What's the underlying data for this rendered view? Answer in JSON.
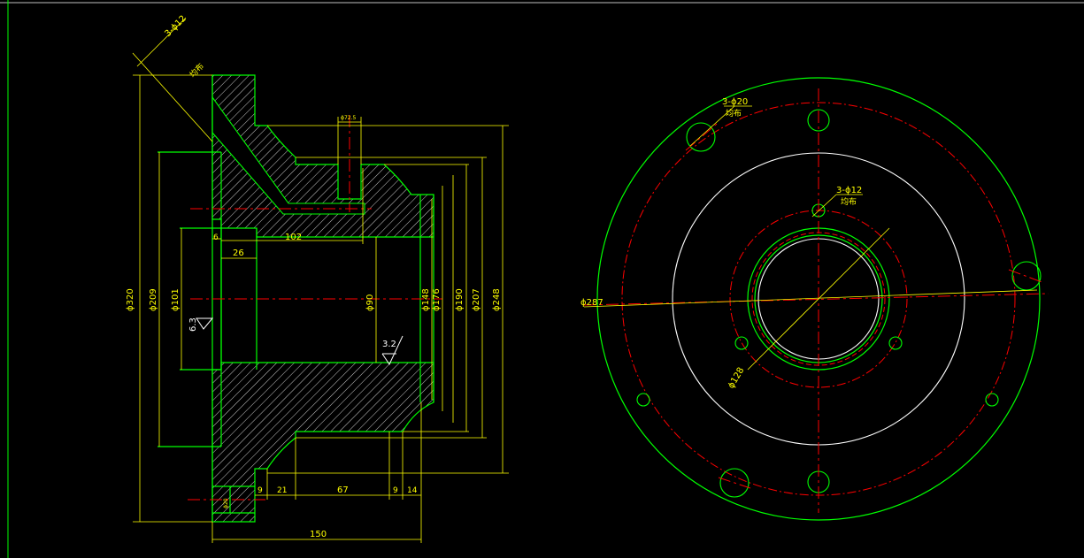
{
  "colors": {
    "background": "#000000",
    "outline": "#00ff00",
    "dimension": "#ffff00",
    "centerline": "#ff0000",
    "hatch": "#ffffff",
    "circle_white": "#ffffff"
  },
  "section_view": {
    "note_holes": "3-ϕ12",
    "note_holes_sub": "均布",
    "dims": {
      "d320": "ϕ320",
      "d209": "ϕ209",
      "d101": "ϕ101",
      "d90": "ϕ90",
      "d148": "ϕ148",
      "d176": "ϕ176",
      "d190": "ϕ190",
      "d207": "ϕ207",
      "d248": "ϕ248",
      "d725": "ϕ72.5",
      "d20": "ϕ20",
      "len102": "102",
      "len6": "6",
      "len26": "26",
      "len9a": "9",
      "len21": "21",
      "len67": "67",
      "len9b": "9",
      "len14": "14",
      "len150": "150"
    },
    "roughness": [
      "6.3",
      "3.2"
    ]
  },
  "front_view": {
    "note_top": "3-ϕ20",
    "note_top_sub": "均布",
    "note_mid": "3-ϕ12",
    "note_mid_sub": "均布",
    "d287": "ϕ287",
    "d128": "ϕ128"
  }
}
